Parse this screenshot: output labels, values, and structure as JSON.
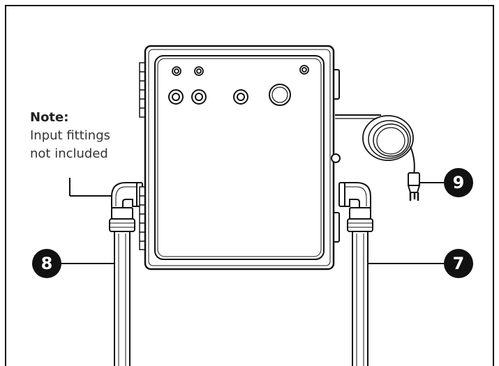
{
  "note": {
    "title": "Note:",
    "line1": "Input fittings",
    "line2": "not included"
  },
  "callouts": {
    "left": "8",
    "right": "7",
    "plug": "9"
  },
  "colors": {
    "ink": "#111111",
    "paper": "#ffffff",
    "metal": "#d9d9d9"
  }
}
